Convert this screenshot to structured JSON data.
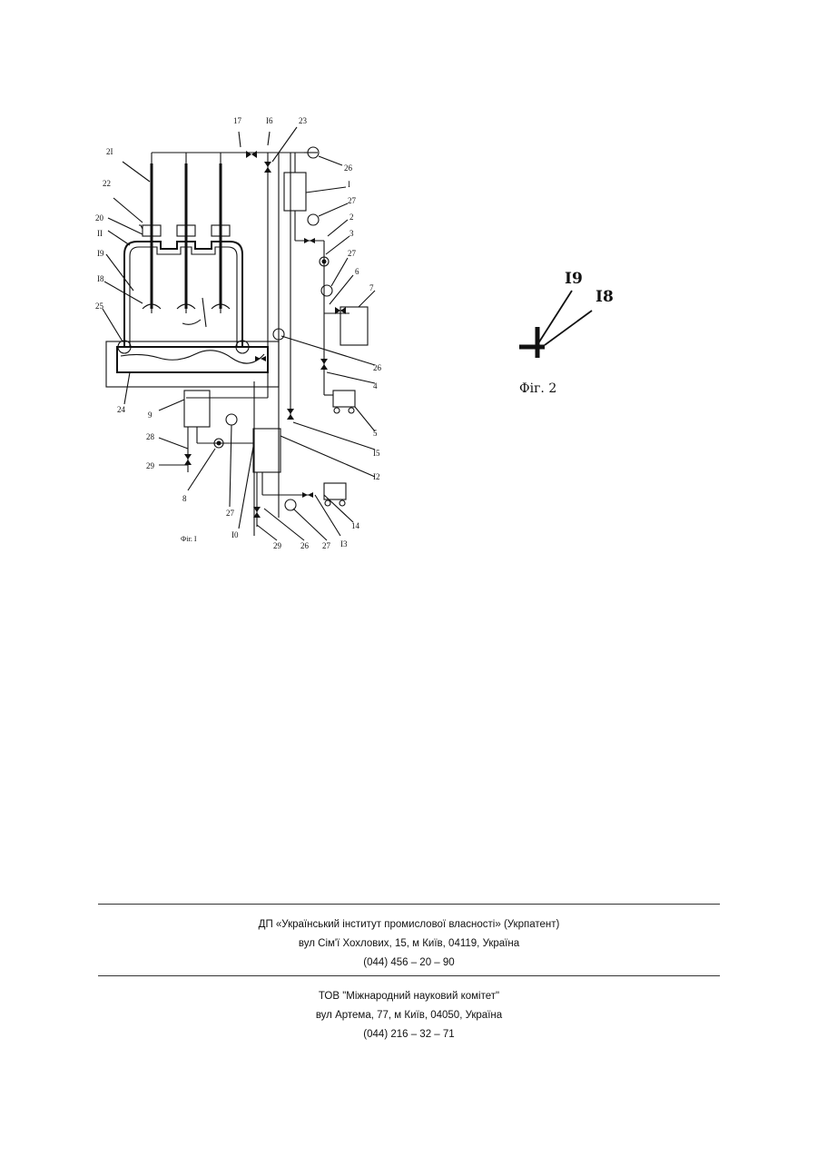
{
  "figure1": {
    "caption": "Фіг. I",
    "labels": {
      "l17": "17",
      "l16": "I6",
      "l23": "23",
      "l26a": "26",
      "l21": "2I",
      "l1": "I",
      "l27a": "27",
      "l22": "22",
      "l2": "2",
      "l20": "20",
      "l3": "3",
      "l11": "II",
      "l27b": "27",
      "l19": "I9",
      "l6": "6",
      "l18": "I8",
      "l7": "7",
      "l25": "25",
      "l26b": "26",
      "l4": "4",
      "l24": "24",
      "l9": "9",
      "l5": "5",
      "l28": "28",
      "l15": "I5",
      "l29a": "29",
      "l12": "I2",
      "l8": "8",
      "l27c": "27",
      "l14": "14",
      "l10": "I0",
      "l29b": "29",
      "l26c": "26",
      "l27d": "27",
      "l13": "I3"
    }
  },
  "figure2": {
    "caption": "Фіг. 2",
    "label_19": "I9",
    "label_18": "I8"
  },
  "footer": {
    "org1_name": "ДП «Український інститут промислової власності» (Укрпатент)",
    "org1_address": "вул  Сім'ї Хохлових, 15, м  Київ, 04119, Україна",
    "org1_phone": "(044) 456 – 20 –  90",
    "org2_name": "ТОВ \"Міжнародний науковий комітет\"",
    "org2_address": "вул  Артема, 77, м  Київ, 04050, Україна",
    "org2_phone": "(044) 216 – 32 – 71"
  }
}
